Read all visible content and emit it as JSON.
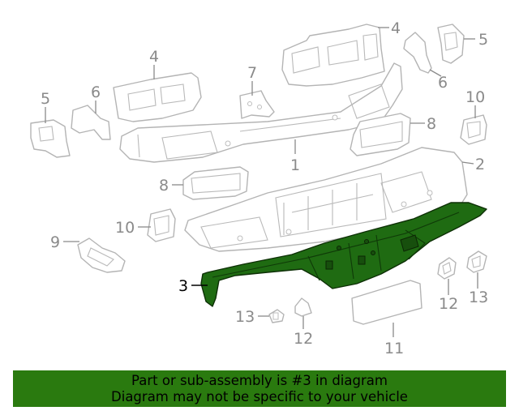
{
  "callouts": [
    {
      "id": "c1",
      "label": "1"
    },
    {
      "id": "c2",
      "label": "2"
    },
    {
      "id": "c3",
      "label": "3"
    },
    {
      "id": "c4a",
      "label": "4"
    },
    {
      "id": "c4b",
      "label": "4"
    },
    {
      "id": "c5a",
      "label": "5"
    },
    {
      "id": "c5b",
      "label": "5"
    },
    {
      "id": "c6a",
      "label": "6"
    },
    {
      "id": "c6b",
      "label": "6"
    },
    {
      "id": "c7",
      "label": "7"
    },
    {
      "id": "c8a",
      "label": "8"
    },
    {
      "id": "c8b",
      "label": "8"
    },
    {
      "id": "c9",
      "label": "9"
    },
    {
      "id": "c10a",
      "label": "10"
    },
    {
      "id": "c10b",
      "label": "10"
    },
    {
      "id": "c11",
      "label": "11"
    },
    {
      "id": "c12a",
      "label": "12"
    },
    {
      "id": "c12b",
      "label": "12"
    },
    {
      "id": "c13a",
      "label": "13"
    },
    {
      "id": "c13b",
      "label": "13"
    }
  ],
  "highlight_color": "#1f6b12",
  "banner": {
    "line1": "Part or sub-assembly is #3 in diagram",
    "line2": "Diagram may not be specific to your vehicle",
    "background": "#2a7a0f"
  }
}
